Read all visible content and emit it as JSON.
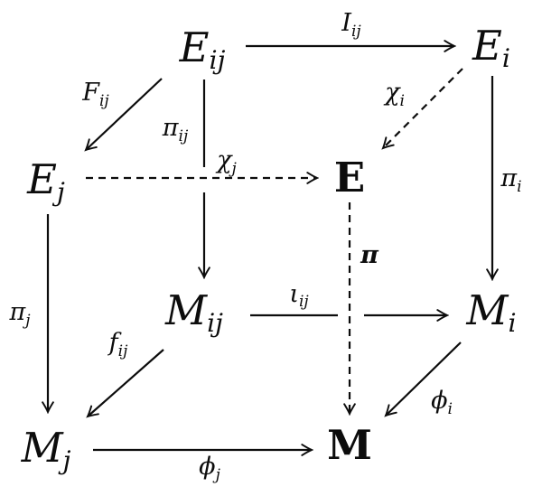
{
  "figure": {
    "type": "commutative-cube-diagram",
    "colors": {
      "background": "#ffffff",
      "ink": "#0c0c0c"
    },
    "nodes": [
      {
        "id": "E_ij",
        "main": "E",
        "sub": "ij",
        "bold": false
      },
      {
        "id": "E_i",
        "main": "E",
        "sub": "i",
        "bold": false
      },
      {
        "id": "E_j",
        "main": "E",
        "sub": "j",
        "bold": false
      },
      {
        "id": "E",
        "main": "E",
        "sub": "",
        "bold": true
      },
      {
        "id": "M_ij",
        "main": "M",
        "sub": "ij",
        "bold": false
      },
      {
        "id": "M_i",
        "main": "M",
        "sub": "i",
        "bold": false
      },
      {
        "id": "M_j",
        "main": "M",
        "sub": "j",
        "bold": false
      },
      {
        "id": "M",
        "main": "M",
        "sub": "",
        "bold": true
      }
    ],
    "edges": [
      {
        "id": "I_ij",
        "from": "E_ij",
        "to": "E_i",
        "line": "solid",
        "label_main": "I",
        "label_sub": "ij",
        "bold_label": false
      },
      {
        "id": "F_ij",
        "from": "E_ij",
        "to": "E_j",
        "line": "solid",
        "label_main": "F",
        "label_sub": "ij",
        "bold_label": false
      },
      {
        "id": "pi_ij",
        "from": "E_ij",
        "to": "M_ij",
        "line": "solid",
        "label_main": "π",
        "label_sub": "ij",
        "bold_label": false
      },
      {
        "id": "chi_i",
        "from": "E_i",
        "to": "E",
        "line": "dashed",
        "label_main": "χ",
        "label_sub": "i",
        "bold_label": false
      },
      {
        "id": "chi_j",
        "from": "E_j",
        "to": "E",
        "line": "dashed",
        "label_main": "χ",
        "label_sub": "j",
        "bold_label": false
      },
      {
        "id": "pi_i",
        "from": "E_i",
        "to": "M_i",
        "line": "solid",
        "label_main": "π",
        "label_sub": "i",
        "bold_label": false
      },
      {
        "id": "pi",
        "from": "E",
        "to": "M",
        "line": "dashed",
        "label_main": "π",
        "label_sub": "",
        "bold_label": true
      },
      {
        "id": "iota_ij",
        "from": "M_ij",
        "to": "M_i",
        "line": "solid",
        "label_main": "ι",
        "label_sub": "ij",
        "bold_label": false
      },
      {
        "id": "f_ij",
        "from": "M_ij",
        "to": "M_j",
        "line": "solid",
        "label_main": "f",
        "label_sub": "ij",
        "bold_label": false
      },
      {
        "id": "pi_j",
        "from": "E_j",
        "to": "M_j",
        "line": "solid",
        "label_main": "π",
        "label_sub": "j",
        "bold_label": false
      },
      {
        "id": "phi_i",
        "from": "M_i",
        "to": "M",
        "line": "solid",
        "label_main": "ϕ",
        "label_sub": "i",
        "bold_label": false
      },
      {
        "id": "phi_j",
        "from": "M_j",
        "to": "M",
        "line": "solid",
        "label_main": "ϕ",
        "label_sub": "j",
        "bold_label": false
      }
    ]
  }
}
